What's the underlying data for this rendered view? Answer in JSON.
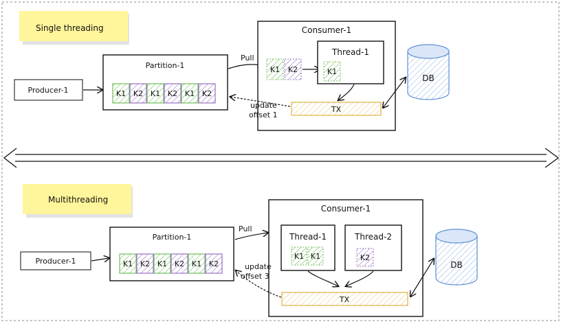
{
  "colors": {
    "sticky": "#fff59a",
    "k1": "#6fbf5a",
    "k2": "#9a6fc4",
    "tx": "#e0b247",
    "db": "#5b8fd6",
    "frame": "#888888"
  },
  "top": {
    "note": "Single threading",
    "producer": "Producer-1",
    "partition": {
      "title": "Partition-1",
      "cells": [
        "K1",
        "K2",
        "K1",
        "K2",
        "K1",
        "K2"
      ]
    },
    "pull_label": "Pull",
    "consumer": {
      "title": "Consumer-1",
      "queue": [
        "K1",
        "K2"
      ],
      "thread": {
        "title": "Thread-1",
        "item": "K1"
      },
      "tx": "TX"
    },
    "update_line1": "update",
    "update_line2": "offset 1",
    "db": "DB"
  },
  "bottom": {
    "note": "Multithreading",
    "producer": "Producer-1",
    "partition": {
      "title": "Partition-1",
      "cells": [
        "K1",
        "K2",
        "K1",
        "K2",
        "K1",
        "K2"
      ]
    },
    "pull_label": "Pull",
    "consumer": {
      "title": "Consumer-1",
      "thread1": {
        "title": "Thread-1",
        "items": [
          "K1",
          "K1"
        ]
      },
      "thread2": {
        "title": "Thread-2",
        "items": [
          "K2"
        ]
      },
      "tx": "TX"
    },
    "update_line1": "update",
    "update_line2": "offset 3",
    "db": "DB"
  }
}
